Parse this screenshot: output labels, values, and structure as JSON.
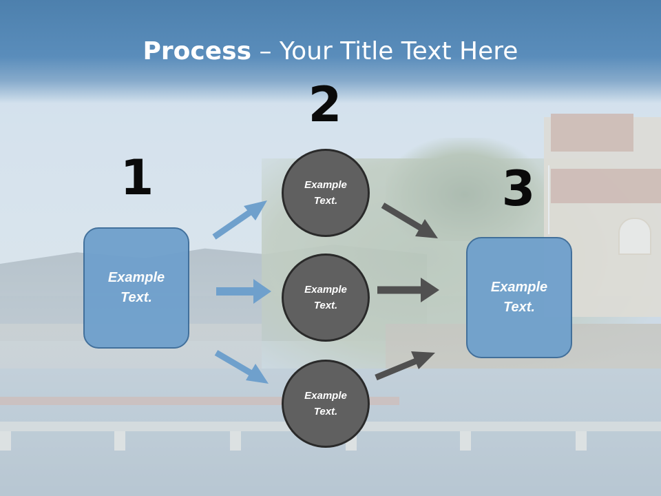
{
  "slide": {
    "title_bold": "Process",
    "title_rest": " – Your Title Text Here",
    "colors": {
      "title_bar": "#5a8dbb",
      "box_fill": "#6fa0cc",
      "box_border": "#3b6b98",
      "circle_fill": "#606060",
      "circle_border": "#2a2a2a",
      "arrow_blue": "#6fa0cc",
      "arrow_dark": "#505050"
    }
  },
  "steps": {
    "one": {
      "number": "1",
      "label": "Example Text."
    },
    "two": {
      "number": "2"
    },
    "three": {
      "number": "3",
      "label": "Example Text."
    }
  },
  "circles": [
    {
      "label": "Example Text."
    },
    {
      "label": "Example Text."
    },
    {
      "label": "Example Text."
    }
  ],
  "arrows": [
    {
      "from": "box-1",
      "to": "circle-top",
      "color": "blue"
    },
    {
      "from": "box-1",
      "to": "circle-middle",
      "color": "blue"
    },
    {
      "from": "box-1",
      "to": "circle-bottom",
      "color": "blue"
    },
    {
      "from": "circle-top",
      "to": "box-3",
      "color": "dark"
    },
    {
      "from": "circle-middle",
      "to": "box-3",
      "color": "dark"
    },
    {
      "from": "circle-bottom",
      "to": "box-3",
      "color": "dark"
    }
  ]
}
